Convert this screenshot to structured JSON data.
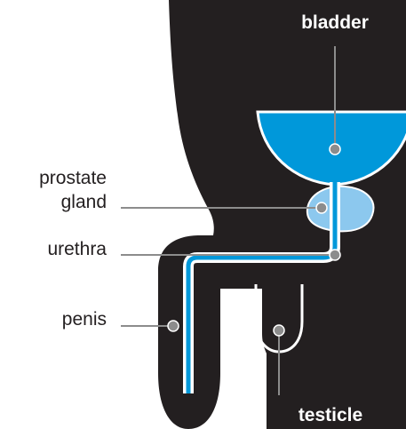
{
  "labels": {
    "bladder": "bladder",
    "prostate_line1": "prostate",
    "prostate_line2": "gland",
    "urethra": "urethra",
    "penis": "penis",
    "testicle": "testicle"
  },
  "colors": {
    "body": "#231f20",
    "bladder": "#0098da",
    "prostate": "#8cc8ee",
    "urethra": "#0098da",
    "outline": "#ffffff",
    "leader_line": "#8c8c8c",
    "text": "#231f20",
    "text_on_dark": "#ffffff"
  }
}
